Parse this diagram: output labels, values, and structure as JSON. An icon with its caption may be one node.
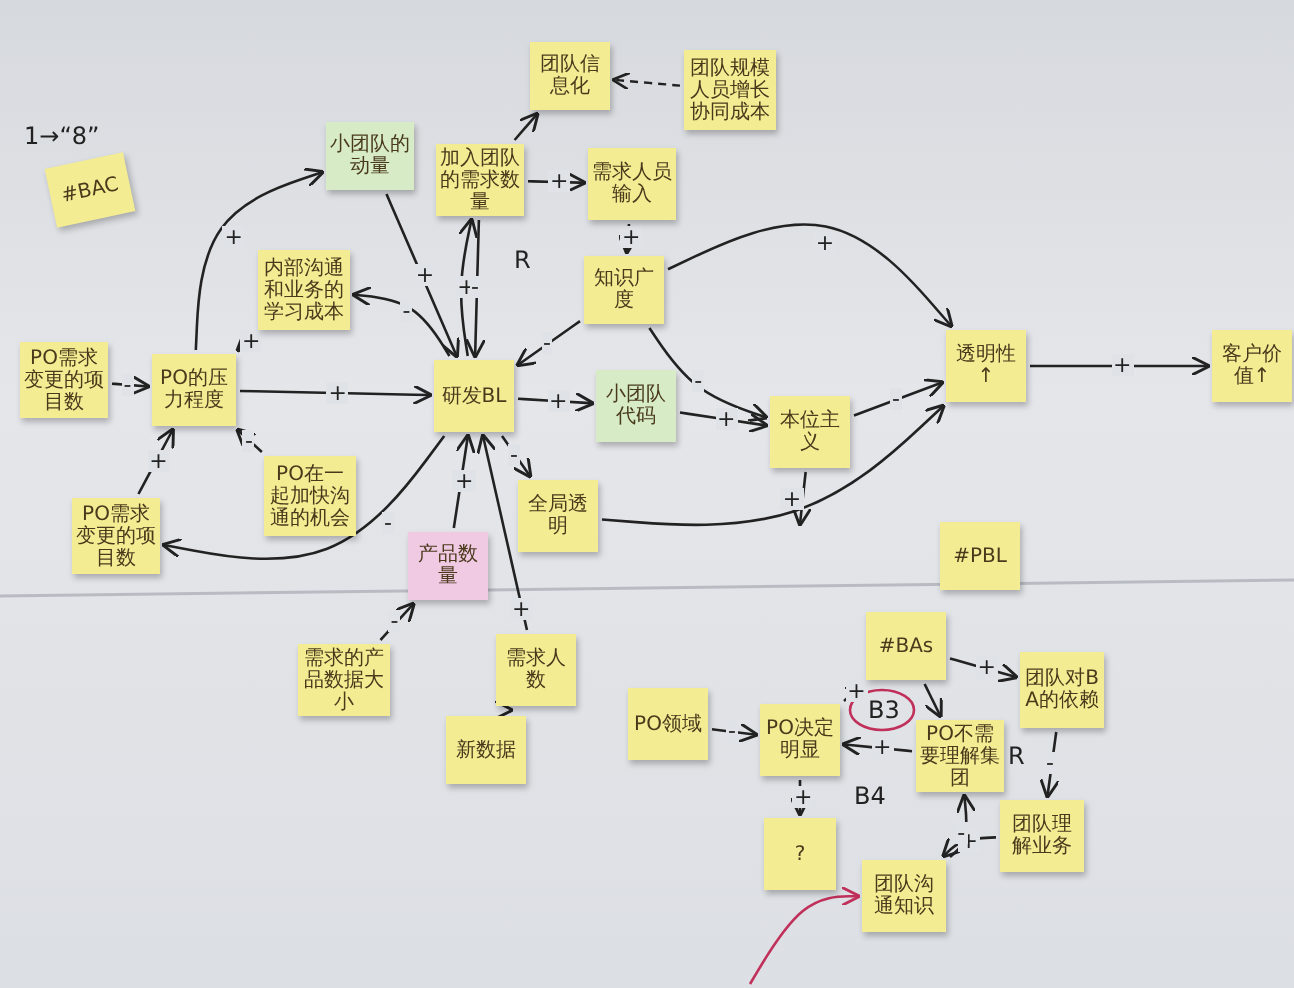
{
  "diagram": {
    "nodes": [
      {
        "text": [
          "#BAC"
        ]
      },
      {
        "text": [
          "小团队的动量"
        ]
      },
      {
        "text": [
          "加入团队的需求数量"
        ]
      },
      {
        "text": [
          "团队信息化"
        ]
      },
      {
        "text": [
          "团队规模人员增长协同成本"
        ]
      },
      {
        "text": [
          "需求人员输入"
        ]
      },
      {
        "text": [
          "知识广度"
        ]
      },
      {
        "text": [
          "内部沟通和业务的学习成本"
        ]
      },
      {
        "text": [
          "PO需求变更的项目数"
        ]
      },
      {
        "text": [
          "PO的压力程度"
        ]
      },
      {
        "text": [
          "研发BL"
        ]
      },
      {
        "text": [
          "小团队代码"
        ]
      },
      {
        "text": [
          "本位主义"
        ]
      },
      {
        "text": [
          "透明性↑"
        ]
      },
      {
        "text": [
          "客户价值↑"
        ]
      },
      {
        "text": [
          "PO在一起加快沟通的机会"
        ]
      },
      {
        "text": [
          "PO需求变更的项目数"
        ]
      },
      {
        "text": [
          "全局透明"
        ]
      },
      {
        "text": [
          "产品数量"
        ]
      },
      {
        "text": [
          "#PBL"
        ]
      },
      {
        "text": [
          "需求的产品数据大小"
        ]
      },
      {
        "text": [
          "需求人数"
        ]
      },
      {
        "text": [
          "新数据"
        ]
      },
      {
        "text": [
          "PO领域"
        ]
      },
      {
        "text": [
          "#BAs"
        ]
      },
      {
        "text": [
          "PO决定明显"
        ]
      },
      {
        "text": [
          "PO不需要理解集团"
        ]
      },
      {
        "text": [
          "团队对BA的依赖"
        ]
      },
      {
        "text": [
          "?"
        ]
      },
      {
        "text": [
          "团队沟通知识"
        ]
      },
      {
        "text": [
          "团队理解业务"
        ]
      }
    ],
    "edges": [
      {
        "from": 8,
        "to": 9,
        "arrow": "to",
        "label": "-"
      },
      {
        "from": 9,
        "to": 10,
        "arrow": "to",
        "label": "+"
      },
      {
        "from": 7,
        "to": 9,
        "arrow": "to",
        "label": "+"
      },
      {
        "from": 9,
        "to": 1,
        "arrow": "to",
        "label": "+"
      },
      {
        "from": 16,
        "to": 9,
        "arrow": "to",
        "label": "+"
      },
      {
        "from": 15,
        "to": 9,
        "arrow": "to",
        "label": "-"
      },
      {
        "from": 10,
        "to": 7,
        "arrow": "to",
        "label": "-"
      },
      {
        "from": 10,
        "to": 16,
        "arrow": "to",
        "label": "-"
      },
      {
        "from": 1,
        "to": 10,
        "arrow": "to",
        "label": "+"
      },
      {
        "from": 10,
        "to": 2,
        "arrow": "to",
        "label": "+"
      },
      {
        "from": 2,
        "to": 10,
        "arrow": "to",
        "label": "-"
      },
      {
        "from": 6,
        "to": 10,
        "arrow": "to",
        "label": "-"
      },
      {
        "from": 2,
        "to": 3,
        "arrow": "to"
      },
      {
        "from": 4,
        "to": 3,
        "arrow": "to",
        "style": "dashed"
      },
      {
        "from": 2,
        "to": 5,
        "arrow": "to",
        "label": "+"
      },
      {
        "from": 5,
        "to": 6,
        "arrow": "to",
        "label": "+"
      },
      {
        "from": 6,
        "to": 13,
        "arrow": "to",
        "label": "+"
      },
      {
        "from": 6,
        "to": 12,
        "arrow": "to",
        "label": "-"
      },
      {
        "from": 10,
        "to": 11,
        "arrow": "to",
        "label": "+"
      },
      {
        "from": 11,
        "to": 12,
        "arrow": "to",
        "label": "+"
      },
      {
        "from": 12,
        "to": 13,
        "arrow": "to",
        "label": "-"
      },
      {
        "from": 12,
        "to": null,
        "arrow": "to"
      },
      {
        "from": 10,
        "to": 17,
        "arrow": "to",
        "label": "-"
      },
      {
        "from": 17,
        "to": 13,
        "arrow": "to",
        "label": "+"
      },
      {
        "from": 13,
        "to": 14,
        "arrow": "to",
        "label": "+"
      },
      {
        "from": 18,
        "to": 10,
        "arrow": "to",
        "label": "+"
      },
      {
        "from": 20,
        "to": 18,
        "arrow": "to",
        "label": "-"
      },
      {
        "from": 21,
        "to": 10,
        "arrow": "to",
        "label": "+"
      },
      {
        "from": 22,
        "to": 21,
        "arrow": "to"
      },
      {
        "from": 23,
        "to": 25,
        "arrow": "to",
        "label": "-"
      },
      {
        "from": 25,
        "to": 24,
        "arrow": "to",
        "label": "+"
      },
      {
        "from": 24,
        "to": 26,
        "arrow": "to"
      },
      {
        "from": 24,
        "to": 27,
        "arrow": "to",
        "label": "+"
      },
      {
        "from": 27,
        "to": 30,
        "arrow": "to",
        "label": "-"
      },
      {
        "from": 30,
        "to": 29,
        "arrow": "to",
        "label": "+"
      },
      {
        "from": 29,
        "to": 26,
        "arrow": "to",
        "label": "-"
      },
      {
        "from": 26,
        "to": 25,
        "arrow": "to",
        "label": "+"
      },
      {
        "from": 25,
        "to": 28,
        "arrow": "to",
        "label": "+"
      },
      {
        "from": null,
        "to": 29,
        "arrow": "to",
        "color": "#c0305a"
      }
    ],
    "labels": [
      "1→“8”",
      "R",
      "B3",
      "B4",
      "R"
    ]
  }
}
